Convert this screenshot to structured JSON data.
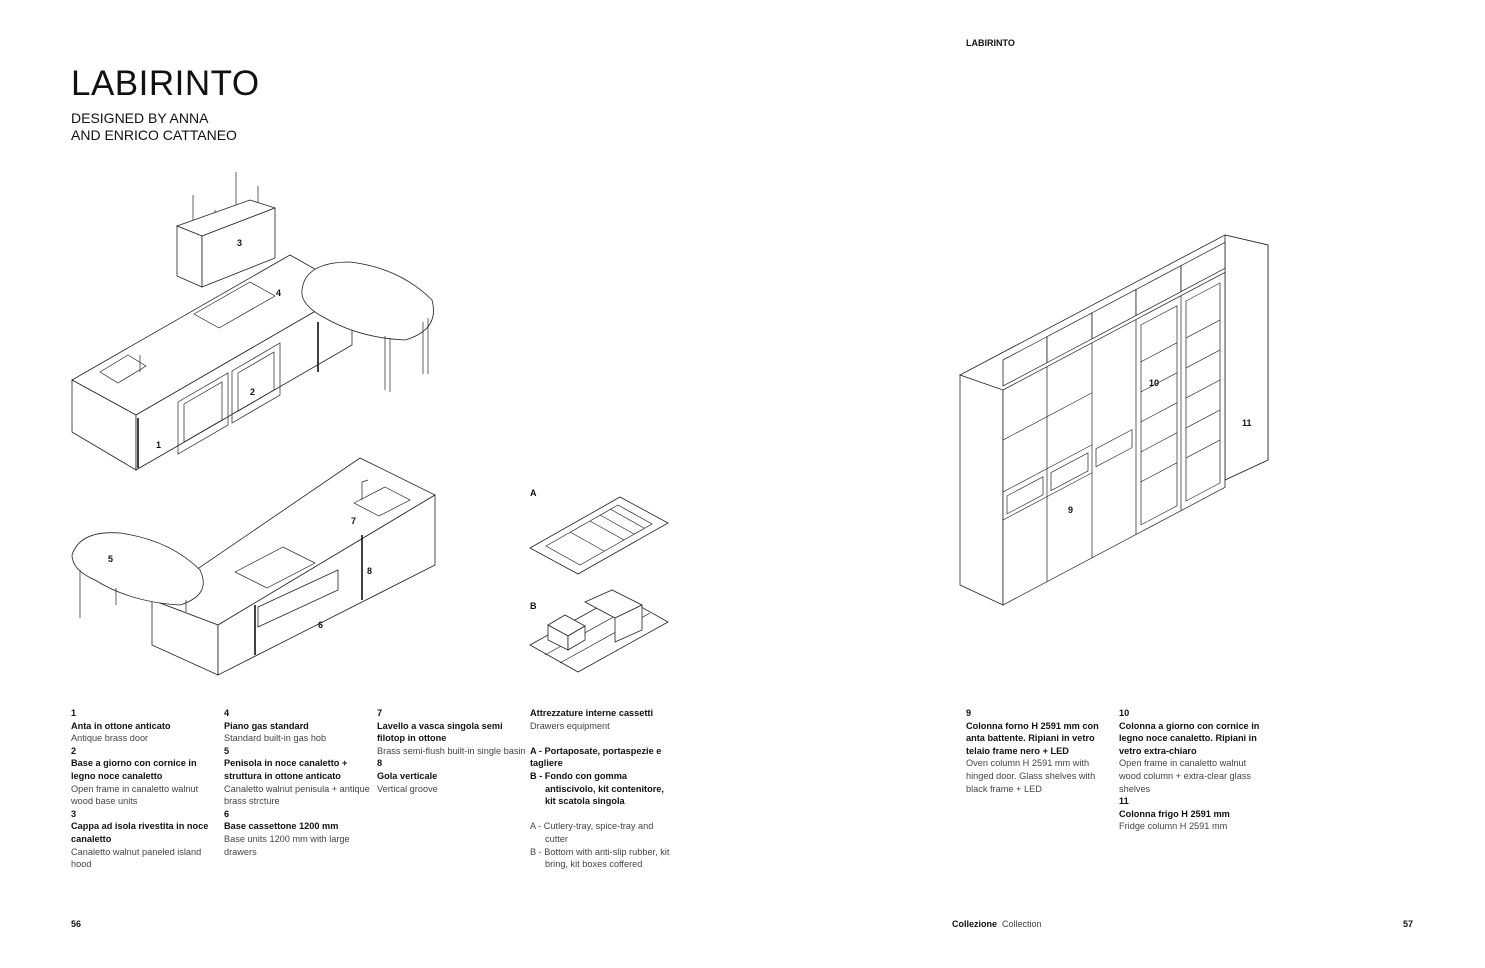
{
  "left_page": {
    "title": "LABIRINTO",
    "subtitle_line1": "DESIGNED BY ANNA",
    "subtitle_line2": "AND ENRICO CATTANEO",
    "page_number": "56"
  },
  "right_page": {
    "running_head": "LABIRINTO",
    "footer_section": "Collezione",
    "footer_section_en": "Collection",
    "page_number": "57"
  },
  "drawing_labels": [
    "1",
    "2",
    "3",
    "4",
    "5",
    "6",
    "7",
    "8",
    "9",
    "10",
    "11",
    "A",
    "B"
  ],
  "items": [
    {
      "num": "1",
      "it": "Anta in ottone anticato",
      "en": "Antique brass door"
    },
    {
      "num": "2",
      "it": "Base a giorno con cornice in legno noce canaletto",
      "en": "Open frame in canaletto walnut wood base units"
    },
    {
      "num": "3",
      "it": "Cappa ad isola rivestita in noce canaletto",
      "en": "Canaletto walnut paneled island hood"
    },
    {
      "num": "4",
      "it": "Piano gas standard",
      "en": "Standard built-in gas  hob"
    },
    {
      "num": "5",
      "it": "Penisola in noce canaletto + struttura in ottone anticato",
      "en": "Canaletto walnut penisula + antique brass strcture"
    },
    {
      "num": "6",
      "it": "Base cassettone 1200 mm",
      "en": "Base units 1200 mm with large drawers"
    },
    {
      "num": "7",
      "it": "Lavello a vasca singola semi filotop in ottone",
      "en": "Brass semi-flush built-in single basin"
    },
    {
      "num": "8",
      "it": "Gola verticale",
      "en": "Vertical groove"
    },
    {
      "num": "9",
      "it": "Colonna forno H 2591 mm con anta battente. Ripiani in vetro telaio frame nero + LED",
      "en": "Oven column H 2591 mm with hinged door. Glass shelves with black frame + LED"
    },
    {
      "num": "10",
      "it": "Colonna a giorno con cornice in legno noce canaletto. Ripiani in vetro extra-chiaro",
      "en": "Open frame in canaletto walnut wood column + extra-clear glass shelves"
    },
    {
      "num": "11",
      "it": "Colonna frigo H 2591 mm",
      "en": "Fridge column H 2591 mm"
    }
  ],
  "drawers": {
    "heading_it": "Attrezzature interne cassetti",
    "heading_en": "Drawers equipment",
    "a_it": "A - Portaposate, portaspezie e tagliere",
    "b_it": "B - Fondo con gomma antiscivolo, kit contenitore, kit scatola singola",
    "a_en": "A - Cutlery-tray, spice-tray and cutter",
    "b_en": "B - Bottom with anti-slip rubber, kit bring, kit boxes coffered"
  }
}
